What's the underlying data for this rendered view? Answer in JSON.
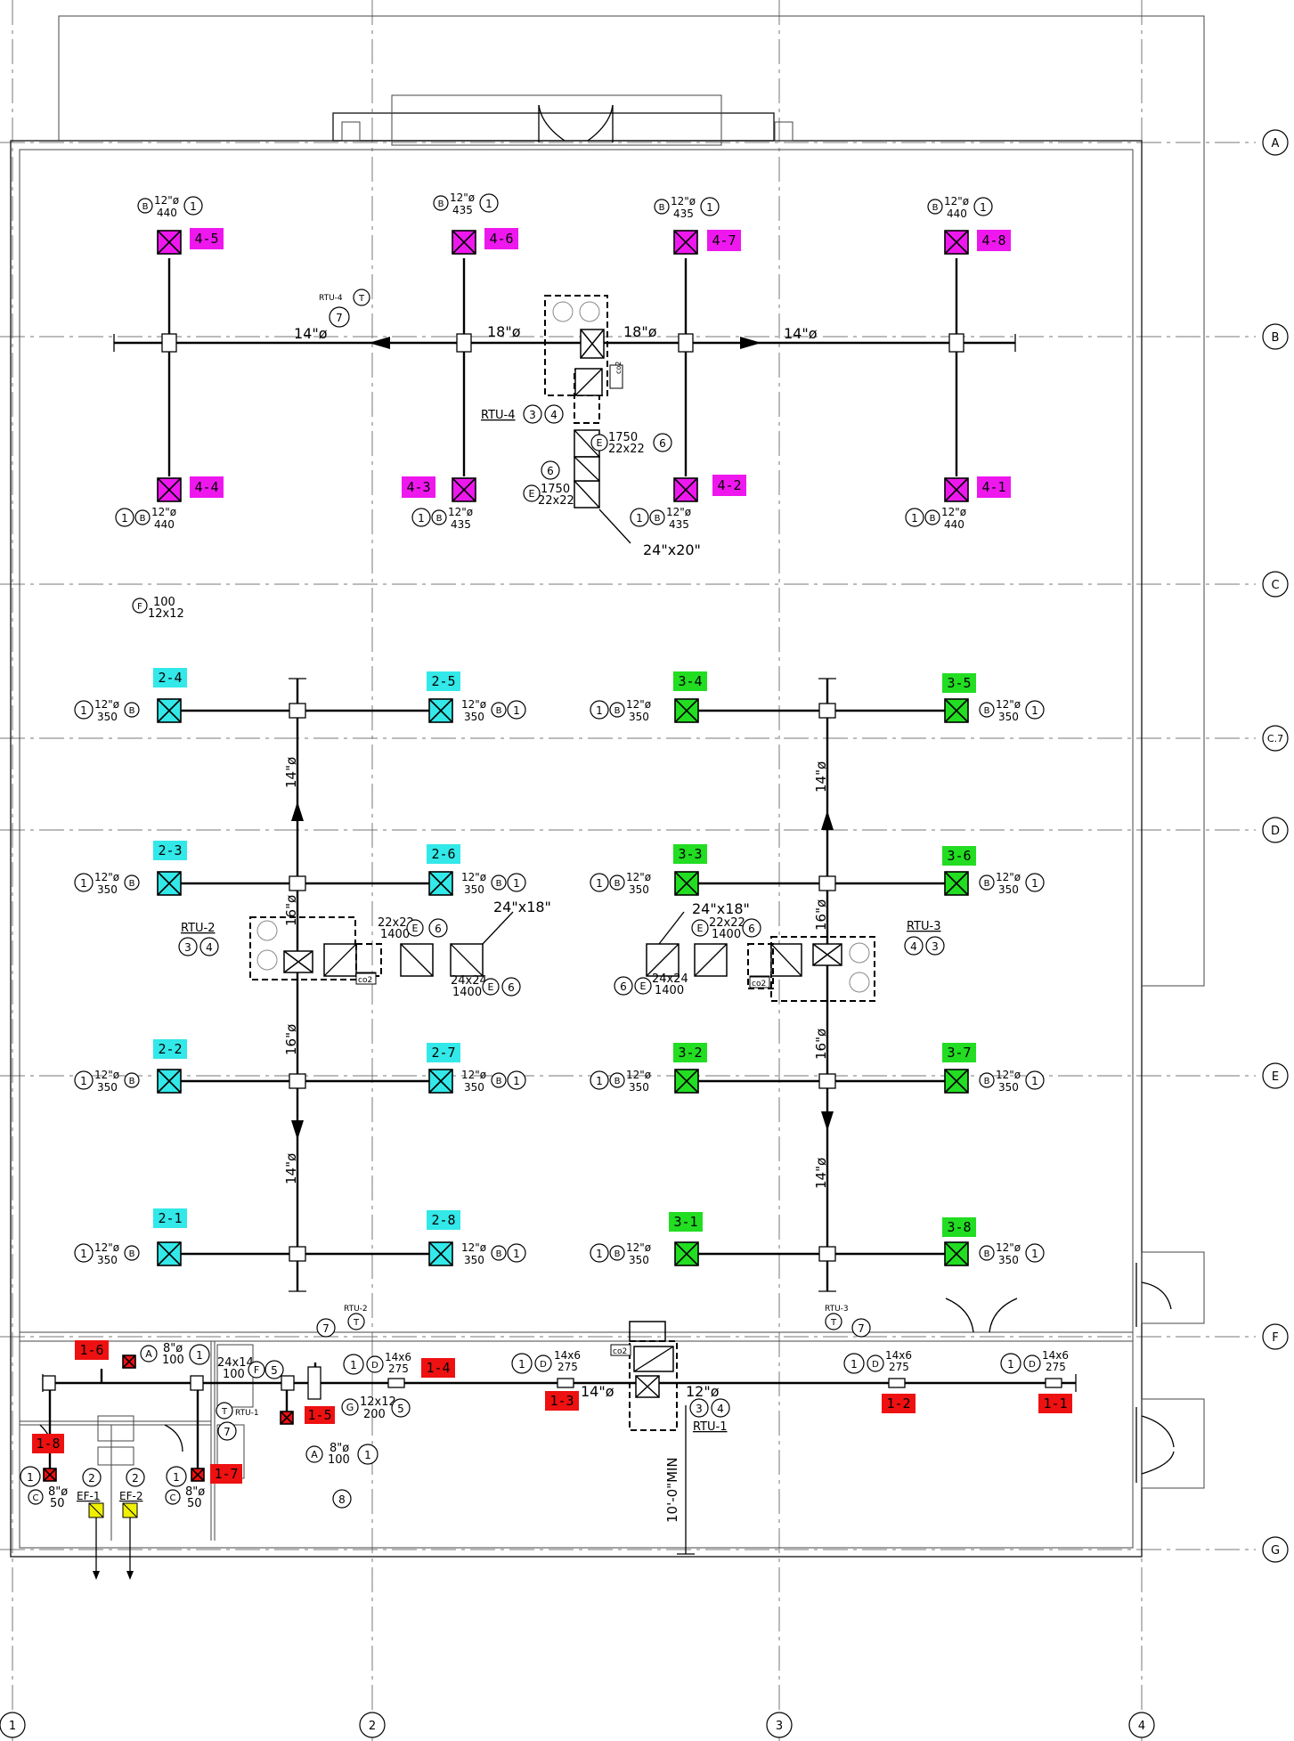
{
  "gridlines": {
    "rows": [
      "A",
      "B",
      "C",
      "C.7",
      "D",
      "E",
      "F",
      "G"
    ],
    "columns": [
      "1",
      "2",
      "3",
      "4"
    ]
  },
  "colors": {
    "rtu4": "#ee18ee",
    "rtu2": "#33e8e8",
    "rtu3": "#22dd22",
    "rtu1": "#ee1111",
    "exhaust": "#f0f000"
  },
  "diffuser_tags": {
    "t45": "4-5",
    "t46": "4-6",
    "t47": "4-7",
    "t48": "4-8",
    "t44": "4-4",
    "t43": "4-3",
    "t42": "4-2",
    "t41": "4-1",
    "t24": "2-4",
    "t25": "2-5",
    "t23": "2-3",
    "t26": "2-6",
    "t22": "2-2",
    "t27": "2-7",
    "t21": "2-1",
    "t28": "2-8",
    "t34": "3-4",
    "t35": "3-5",
    "t33": "3-3",
    "t36": "3-6",
    "t32": "3-2",
    "t37": "3-7",
    "t31": "3-1",
    "t38": "3-8",
    "t16": "1-6",
    "t14": "1-4",
    "t13": "1-3",
    "t12": "1-2",
    "t11": "1-1",
    "t15": "1-5",
    "t18": "1-8",
    "t17": "1-7"
  },
  "units": {
    "rtu4": "RTU-4",
    "rtu2": "RTU-2",
    "rtu3": "RTU-3",
    "rtu1": "RTU-1",
    "ef1": "EF-1",
    "ef2": "EF-2",
    "co2": "co2"
  },
  "callouts": {
    "b12_440": "12\"ø",
    "n440": "440",
    "n435": "435",
    "n350": "350",
    "d14x6": "14x6",
    "n275": "275",
    "f100": "100",
    "f12x12": "12x12",
    "e1750": "1750",
    "e22x22": "22x22",
    "e1400": "1400",
    "e24x24": "24x24",
    "d24x20": "24\"x20\"",
    "d24x18": "24\"x18\"",
    "d14": "14\"ø",
    "d18": "18\"ø",
    "d16": "16\"ø",
    "d12": "12\"ø",
    "d14v": "14\"ø",
    "d16v": "16\"ø",
    "a8": "8\"ø",
    "n100": "100",
    "c8": "8\"ø",
    "n50": "50",
    "d24x14": "24x14",
    "g12x12": "12x12",
    "n200": "200",
    "min": "10'-0\"MIN"
  }
}
